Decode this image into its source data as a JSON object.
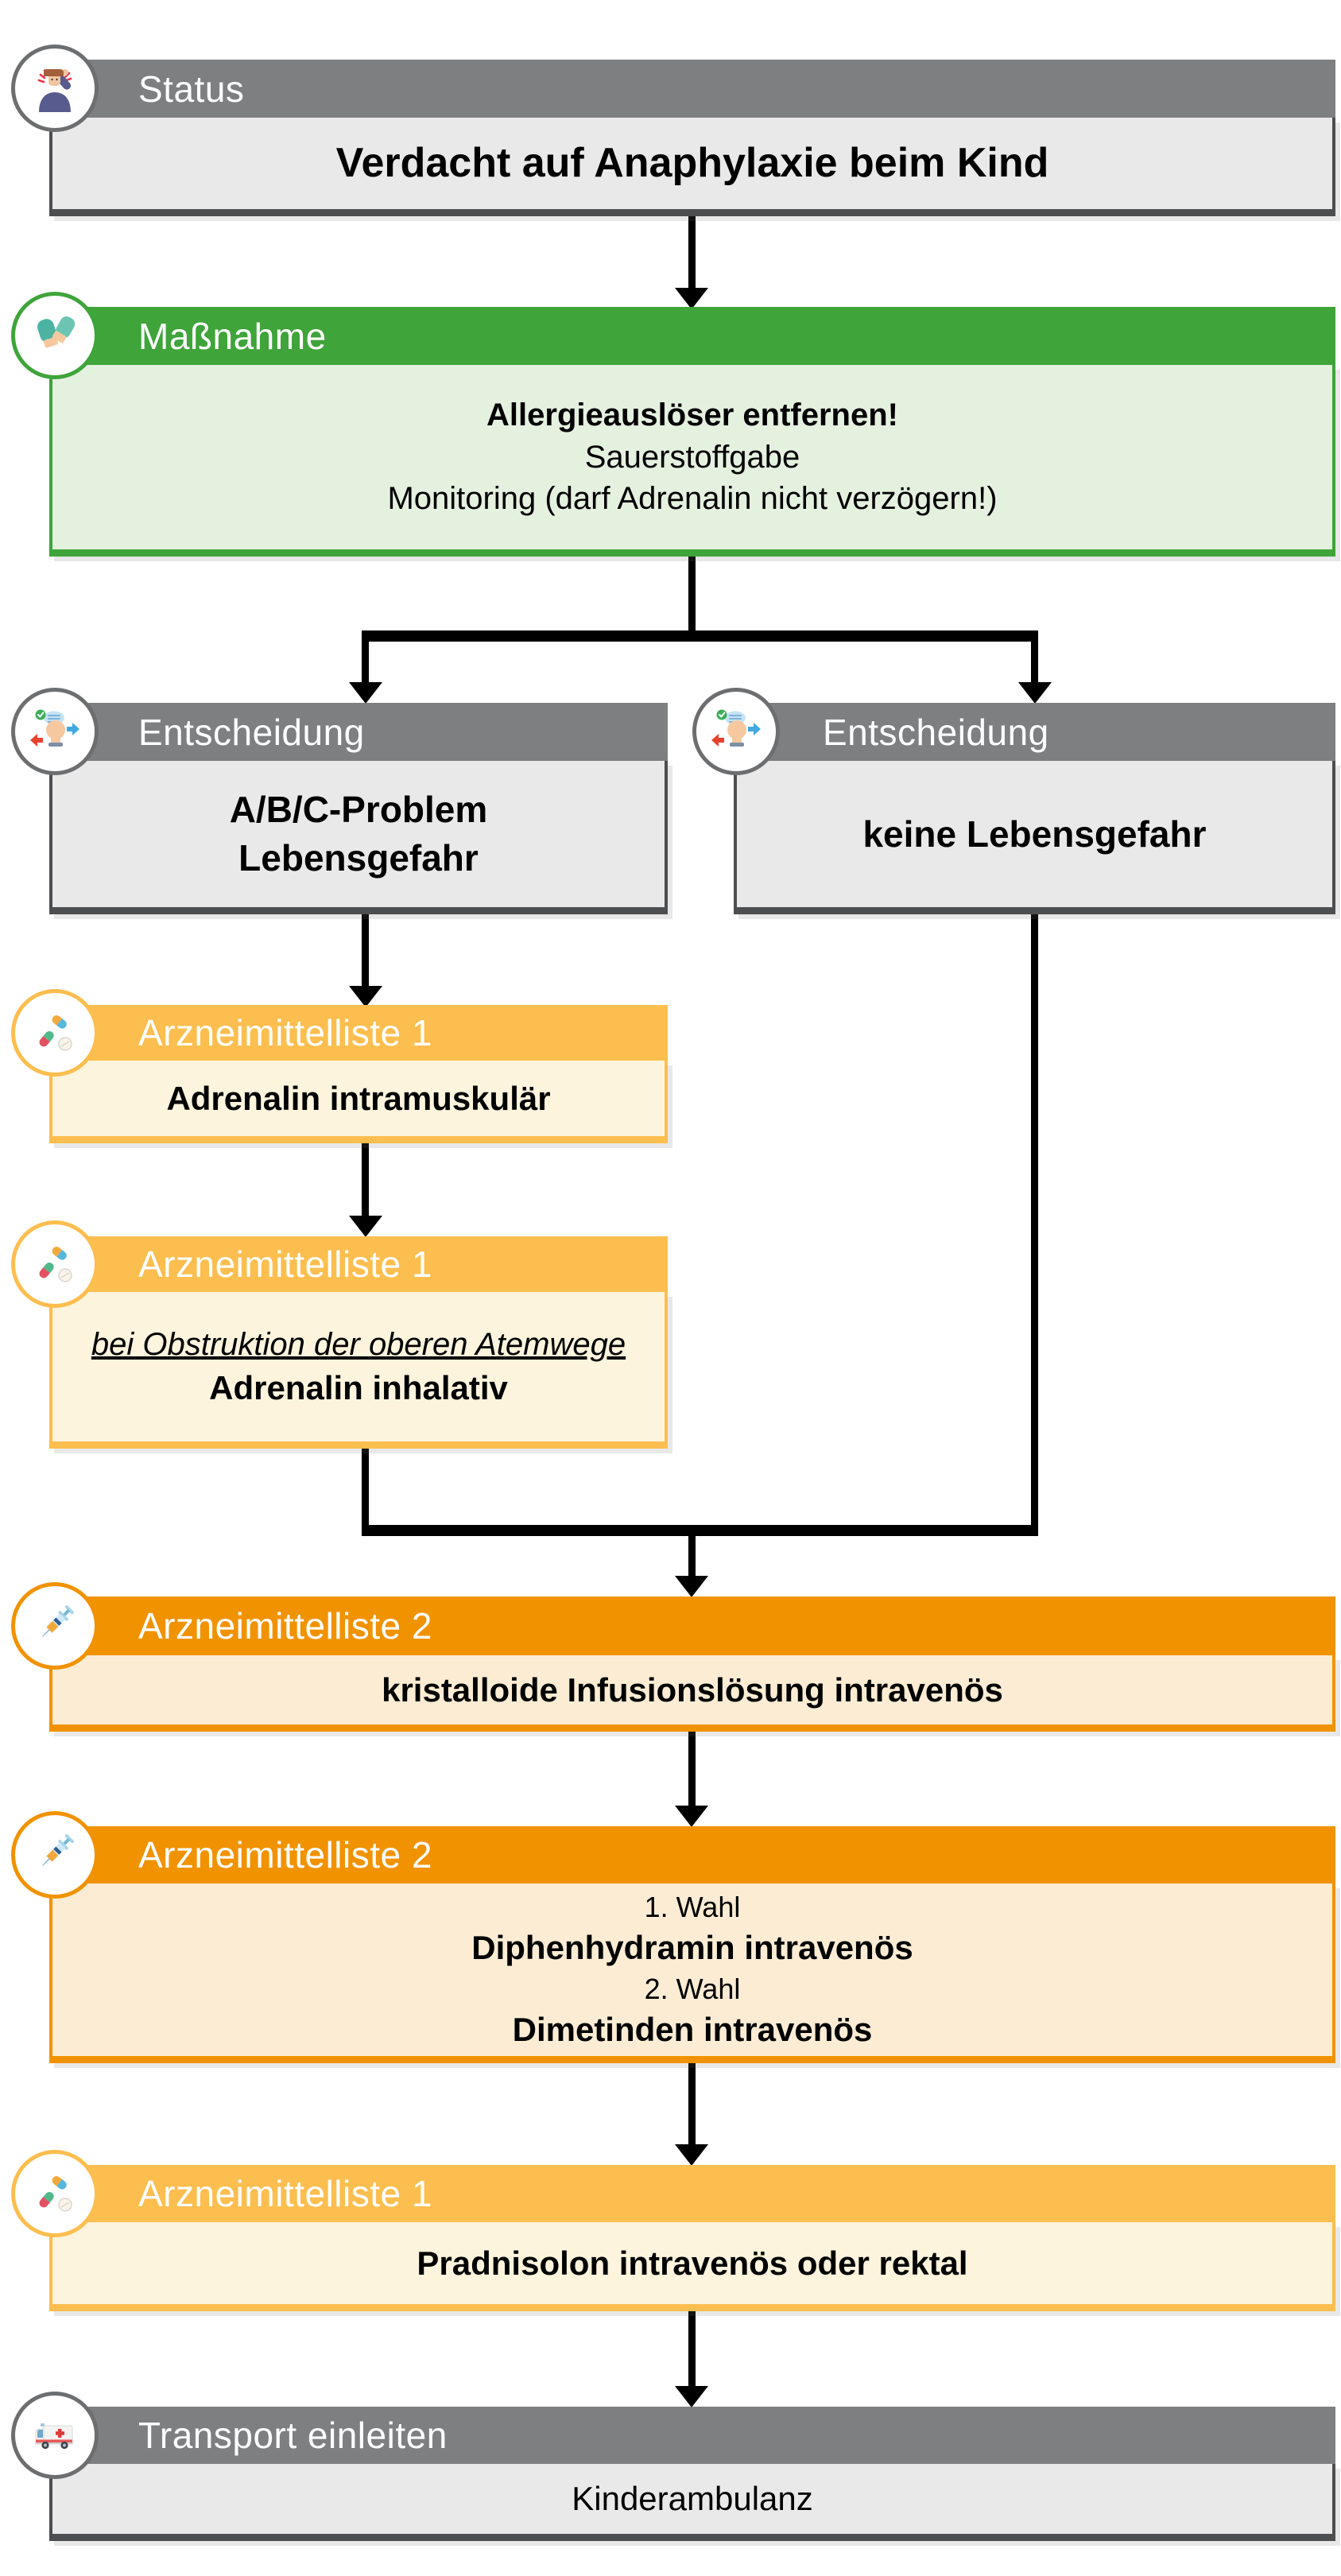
{
  "flow_title": "Verdacht auf Anaphylaxie beim Kind",
  "colors": {
    "gray_header": "#7e7f81",
    "gray_body": "#e9e9ea",
    "gray_border": "#4d4e50",
    "green_header": "#3fa43a",
    "green_body": "#e4f1df",
    "yellow_header": "#fcbe4e",
    "yellow_body": "#fdf4dd",
    "orange_header": "#f19200",
    "orange_body": "#fcecd4",
    "arrow": "#000000"
  },
  "nodes": {
    "status": {
      "header": "Status",
      "icon": "person-headache-icon",
      "title": "Verdacht auf Anaphylaxie beim Kind"
    },
    "massnahme": {
      "header": "Maßnahme",
      "icon": "medical-gloves-icon",
      "line1": "Allergieauslöser entfernen!",
      "line2": "Sauerstoffgabe",
      "line3": "Monitoring (darf Adrenalin nicht verzögern!)"
    },
    "entscheidung_links": {
      "header": "Entscheidung",
      "icon": "decision-head-icon",
      "line1": "A/B/C-Problem",
      "line2": "Lebensgefahr"
    },
    "entscheidung_rechts": {
      "header": "Entscheidung",
      "icon": "decision-head-icon",
      "title": "keine Lebensgefahr"
    },
    "adrenalin_im": {
      "header": "Arzneimittelliste 1",
      "icon": "pills-icon",
      "title": "Adrenalin intramuskulär"
    },
    "adrenalin_inhalativ": {
      "header": "Arzneimittelliste 1",
      "icon": "pills-icon",
      "note": "bei Obstruktion der oberen Atemwege",
      "title": "Adrenalin inhalativ"
    },
    "infusion": {
      "header": "Arzneimittelliste 2",
      "icon": "syringe-icon",
      "title": "kristalloide Infusionslösung intravenös"
    },
    "antihistaminika": {
      "header": "Arzneimittelliste 2",
      "icon": "syringe-icon",
      "choice1_label": "1. Wahl",
      "choice1_drug": "Diphenhydramin intravenös",
      "choice2_label": "2. Wahl",
      "choice2_drug": "Dimetinden intravenös"
    },
    "prednisolon": {
      "header": "Arzneimittelliste 1",
      "icon": "pills-icon",
      "title": "Pradnisolon intravenös oder rektal"
    },
    "transport": {
      "header": "Transport einleiten",
      "icon": "ambulance-icon",
      "title": "Kinderambulanz"
    }
  }
}
